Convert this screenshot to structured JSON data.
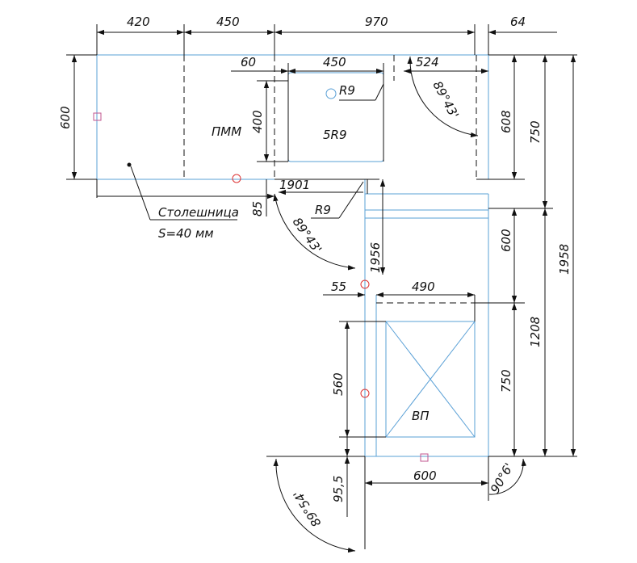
{
  "dimensions": {
    "top_420": "420",
    "top_450": "450",
    "top_970": "970",
    "top_64": "64",
    "left_600": "600",
    "sink_60": "60",
    "sink_450": "450",
    "sink_400": "400",
    "right_524": "524",
    "right_608": "608",
    "right_750a": "750",
    "right_600": "600",
    "right_1958": "1958",
    "right_1208": "1208",
    "right_750b": "750",
    "mid_85": "85",
    "mid_1901": "1901",
    "mid_1956": "1956",
    "mid_55": "55",
    "mid_490": "490",
    "low_560": "560",
    "low_95_5": "95,5",
    "low_600": "600"
  },
  "labels": {
    "dishwasher": "ПММ",
    "sink_radius": "R9",
    "sink_bowl": "5R9",
    "corner_radius": "R9",
    "cooktop": "ВП",
    "countertop_line1": "Столешница",
    "countertop_line2": "S=40 мм"
  },
  "angles": {
    "top_right": "89°43'",
    "inner_corner": "89°43'",
    "bottom_left": "89°54'",
    "bottom_right": "90°6'"
  },
  "colors": {
    "line": "#111111",
    "outline_blue": "#5aa0d6",
    "marker_magenta": "#c2558f",
    "marker_red": "#dd3333"
  }
}
